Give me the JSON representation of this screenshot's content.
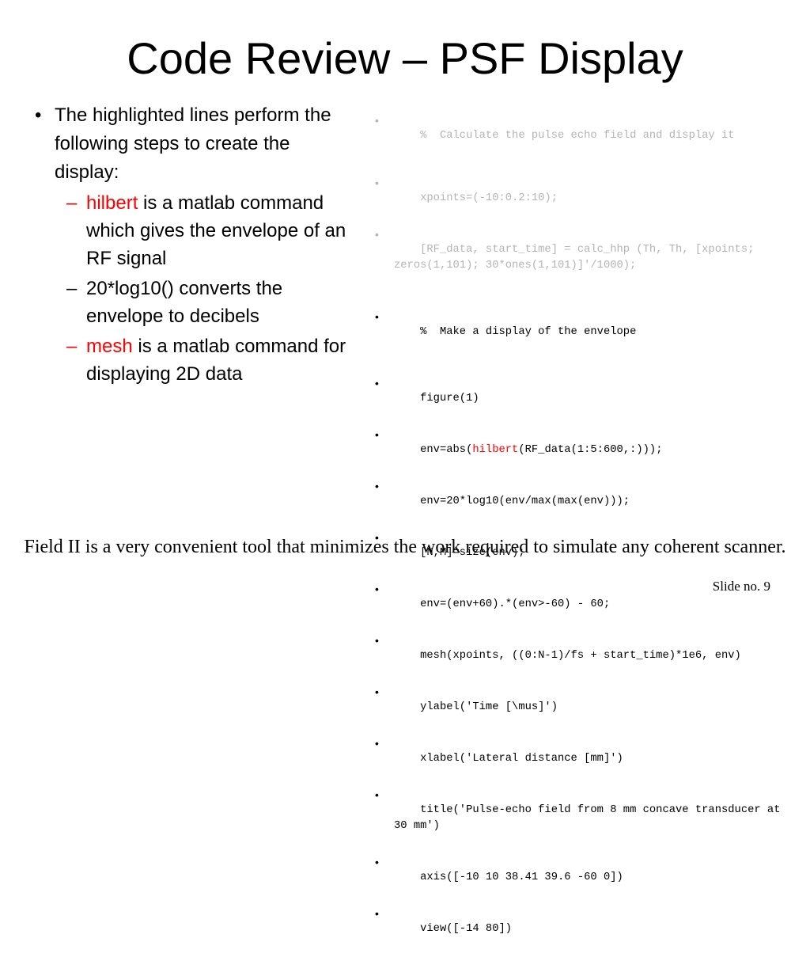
{
  "title": "Code Review – PSF Display",
  "left_bullets": {
    "intro": "The highlighted lines perform the following steps to create the display:",
    "sub": [
      {
        "keyword": "hilbert",
        "text": " is a matlab command which gives the envelope of an RF signal"
      },
      {
        "keyword": "",
        "text": "20*log10() converts the envelope to decibels"
      },
      {
        "keyword": "mesh",
        "text": " is a matlab command for displaying 2D data"
      }
    ]
  },
  "code_lines": [
    {
      "text": "%  Calculate the pulse echo field and display it"
    },
    {
      "text": "xpoints=(-10:0.2:10);"
    },
    {
      "text": "[RF_data, start_time] = calc_hhp (Th, Th, [xpoints; zeros(1,101); 30*ones(1,101)]'/1000);"
    },
    {
      "text": "%  Make a display of the envelope"
    },
    {
      "text": "figure(1)"
    },
    {
      "pre": "env=abs(",
      "hl": "hilbert",
      "post": "(RF_data(1:5:600,:)));"
    },
    {
      "text": "env=20*log10(env/max(max(env)));"
    },
    {
      "text": "[N,M]=size(env);"
    },
    {
      "text": "env=(env+60).*(env>-60) - 60;"
    },
    {
      "text": "mesh(xpoints, ((0:N-1)/fs + start_time)*1e6, env)"
    },
    {
      "text": "ylabel('Time [\\mus]')"
    },
    {
      "text": "xlabel('Lateral distance [mm]')"
    },
    {
      "text": "title('Pulse-echo field from 8 mm concave transducer at 30 mm')"
    },
    {
      "text": "axis([-10 10 38.41 39.6 -60 0])"
    },
    {
      "text": "view([-14 80])"
    }
  ],
  "bullet_char": "•",
  "dash_char": "–",
  "footer": "Field II is a very convenient tool that minimizes the work required to simulate any coherent scanner.",
  "slide_number": "Slide no. 9",
  "colors": {
    "highlight": "#ff0000",
    "dim_code": "#b4b4b4",
    "text": "#000000",
    "background": "#ffffff"
  }
}
